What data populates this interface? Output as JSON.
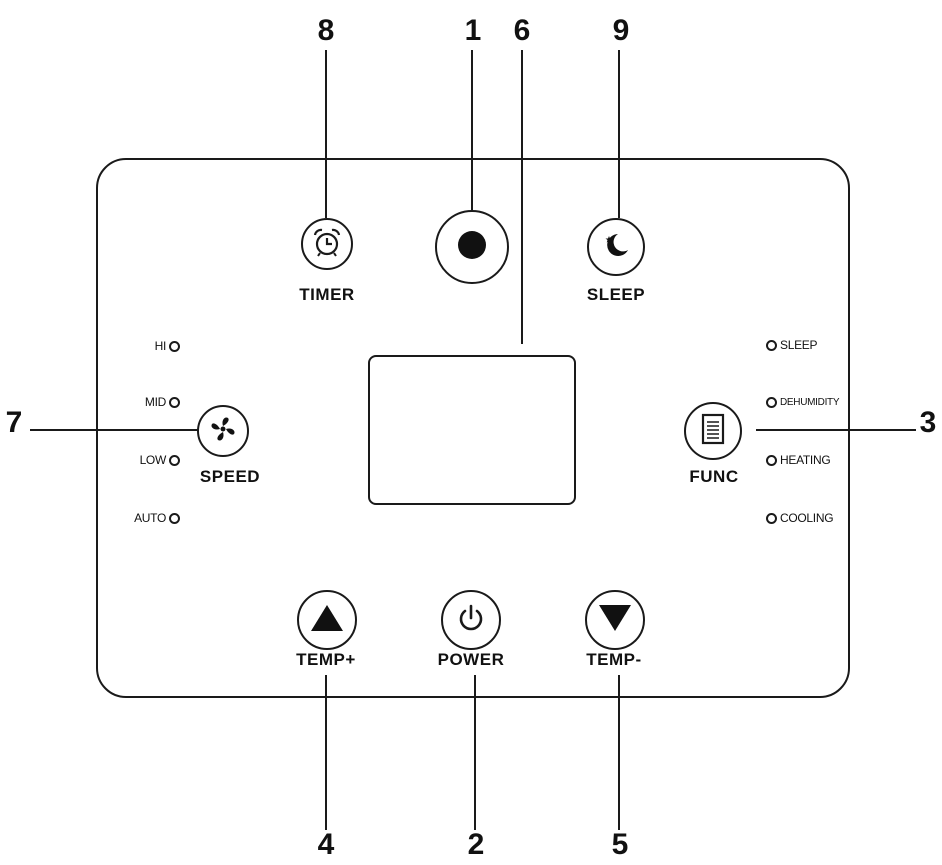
{
  "callouts": {
    "n1": "1",
    "n2": "2",
    "n3": "3",
    "n4": "4",
    "n5": "5",
    "n6": "6",
    "n7": "7",
    "n8": "8",
    "n9": "9"
  },
  "buttons": {
    "timer": {
      "label": "TIMER",
      "icon": "alarm-clock-icon"
    },
    "center": {
      "label": "",
      "icon": "filled-circle-icon"
    },
    "sleep": {
      "label": "SLEEP",
      "icon": "moon-star-icon"
    },
    "speed": {
      "label": "SPEED",
      "icon": "fan-icon"
    },
    "func": {
      "label": "FUNC",
      "icon": "document-icon"
    },
    "temp_up": {
      "label": "TEMP+",
      "icon": "triangle-up-icon"
    },
    "power": {
      "label": "POWER",
      "icon": "power-icon"
    },
    "temp_down": {
      "label": "TEMP-",
      "icon": "triangle-down-icon"
    }
  },
  "speed_leds": [
    "HI",
    "MID",
    "LOW",
    "AUTO"
  ],
  "func_leds": [
    "SLEEP",
    "DEHUMIDITY",
    "HEATING",
    "COOLING"
  ]
}
